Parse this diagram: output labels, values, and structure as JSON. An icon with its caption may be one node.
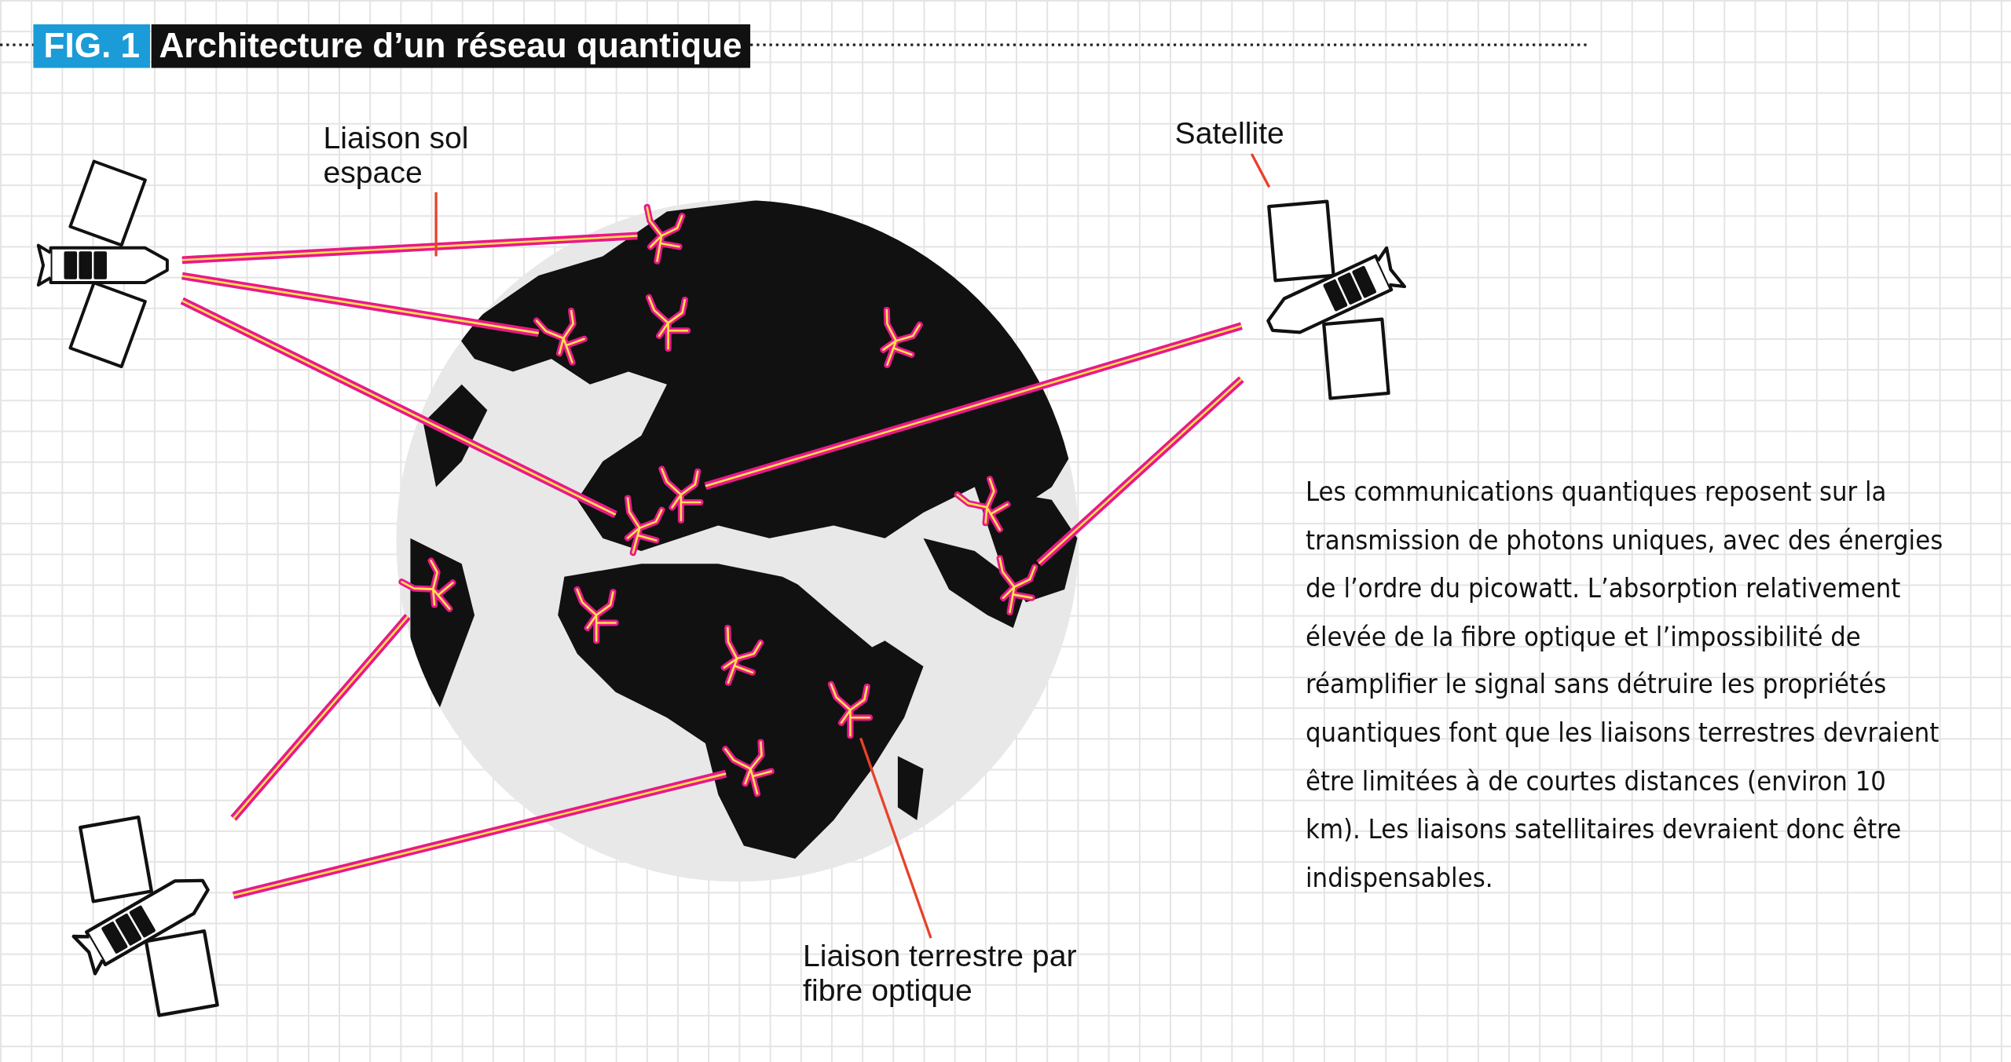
{
  "diagram": {
    "title": "Architecture d’un réseau quantique",
    "nodes": [
      {
        "text": [
          "Liaison sol espace"
        ]
      },
      {
        "text": [
          "Satellite"
        ]
      },
      {
        "text": [],
        "shape": "picture"
      },
      {
        "text": [],
        "shape": "picture"
      },
      {
        "text": [],
        "shape": "picture"
      },
      {
        "text": [],
        "shape": "picture"
      },
      {
        "text": [],
        "shape": "picture"
      },
      {
        "text": [],
        "shape": "picture"
      },
      {
        "text": [],
        "shape": "picture"
      },
      {
        "text": [],
        "shape": "picture"
      },
      {
        "text": [],
        "shape": "picture"
      },
      {
        "text": [],
        "shape": "picture"
      },
      {
        "text": [],
        "shape": "picture"
      },
      {
        "text": [],
        "shape": "picture"
      },
      {
        "text": [],
        "shape": "picture"
      },
      {
        "text": [],
        "shape": "picture"
      },
      {
        "text": [],
        "shape": "picture"
      },
      {
        "text": [],
        "shape": "picture"
      },
      {
        "text": [
          "Liaison terrestre par fibre optique"
        ]
      }
    ],
    "edges": [
      {
        "from": 2,
        "to": 3,
        "arrow": "none"
      },
      {
        "from": 2,
        "to": 5,
        "arrow": "none"
      },
      {
        "from": 2,
        "to": 10,
        "arrow": "none"
      },
      {
        "from": 7,
        "to": 8,
        "arrow": "none"
      },
      {
        "from": 7,
        "to": 11,
        "arrow": "none"
      },
      {
        "from": 17,
        "to": 12,
        "arrow": "none"
      },
      {
        "from": 17,
        "to": 16,
        "arrow": "none"
      },
      {
        "from": 0,
        "to": null,
        "arrow": "none",
        "color": "#e8412a"
      },
      {
        "from": 1,
        "to": 7,
        "arrow": "none",
        "color": "#e8412a"
      },
      {
        "from": 18,
        "to": 15,
        "arrow": "none",
        "color": "#e8412a"
      }
    ],
    "labels": [
      "FIG. 1",
      "Les communications quantiques reposent sur la transmission de photons uniques, avec des énergies de l’ordre du picowatt. L’absorption relativement élevée de la fibre optique et l’impossibilité de réamplifier le signal sans détruire les propriétés quantiques font que les liaisons terrestres devraient être limitées à de courtes distances (environ 10 km). Les liaisons satellitaires devraient donc être indispensables."
    ]
  }
}
